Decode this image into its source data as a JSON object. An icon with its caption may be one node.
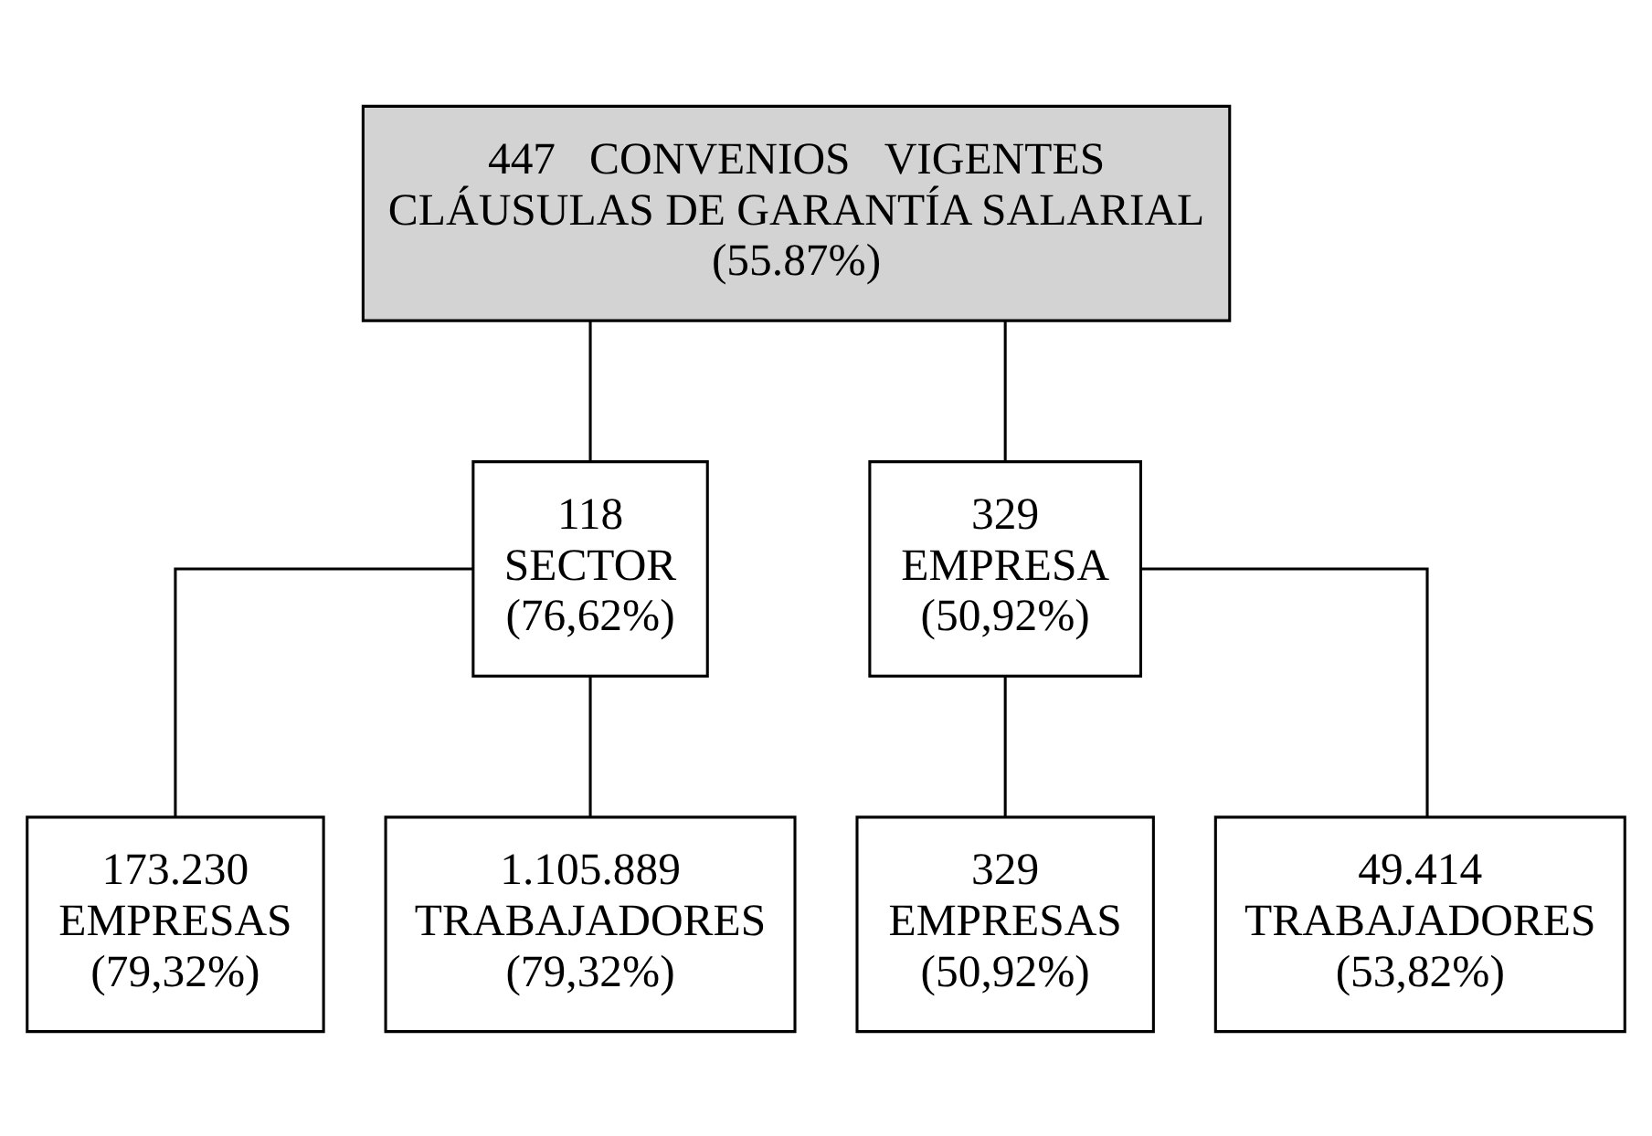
{
  "diagram": {
    "nodes": [
      {
        "text": [
          "447   CONVENIOS   VIGENTES",
          "CLÁUSULAS DE GARANTÍA SALARIAL",
          "(55.87%)"
        ]
      },
      {
        "text": [
          "118",
          "SECTOR",
          "(76,62%)"
        ]
      },
      {
        "text": [
          "329",
          "EMPRESA",
          "(50,92%)"
        ]
      },
      {
        "text": [
          "173.230",
          "EMPRESAS",
          "(79,32%)"
        ]
      },
      {
        "text": [
          "1.105.889",
          "TRABAJADORES",
          "(79,32%)"
        ]
      },
      {
        "text": [
          "329",
          "EMPRESAS",
          "(50,92%)"
        ]
      },
      {
        "text": [
          "49.414",
          "TRABAJADORES",
          "(53,82%)"
        ]
      }
    ],
    "edges": [
      {
        "from": 0,
        "to": 1,
        "arrow": "none"
      },
      {
        "from": 0,
        "to": 2,
        "arrow": "none"
      },
      {
        "from": 1,
        "to": 3,
        "arrow": "none"
      },
      {
        "from": 1,
        "to": 4,
        "arrow": "none"
      },
      {
        "from": 2,
        "to": 5,
        "arrow": "none"
      },
      {
        "from": 2,
        "to": 6,
        "arrow": "none"
      }
    ]
  }
}
